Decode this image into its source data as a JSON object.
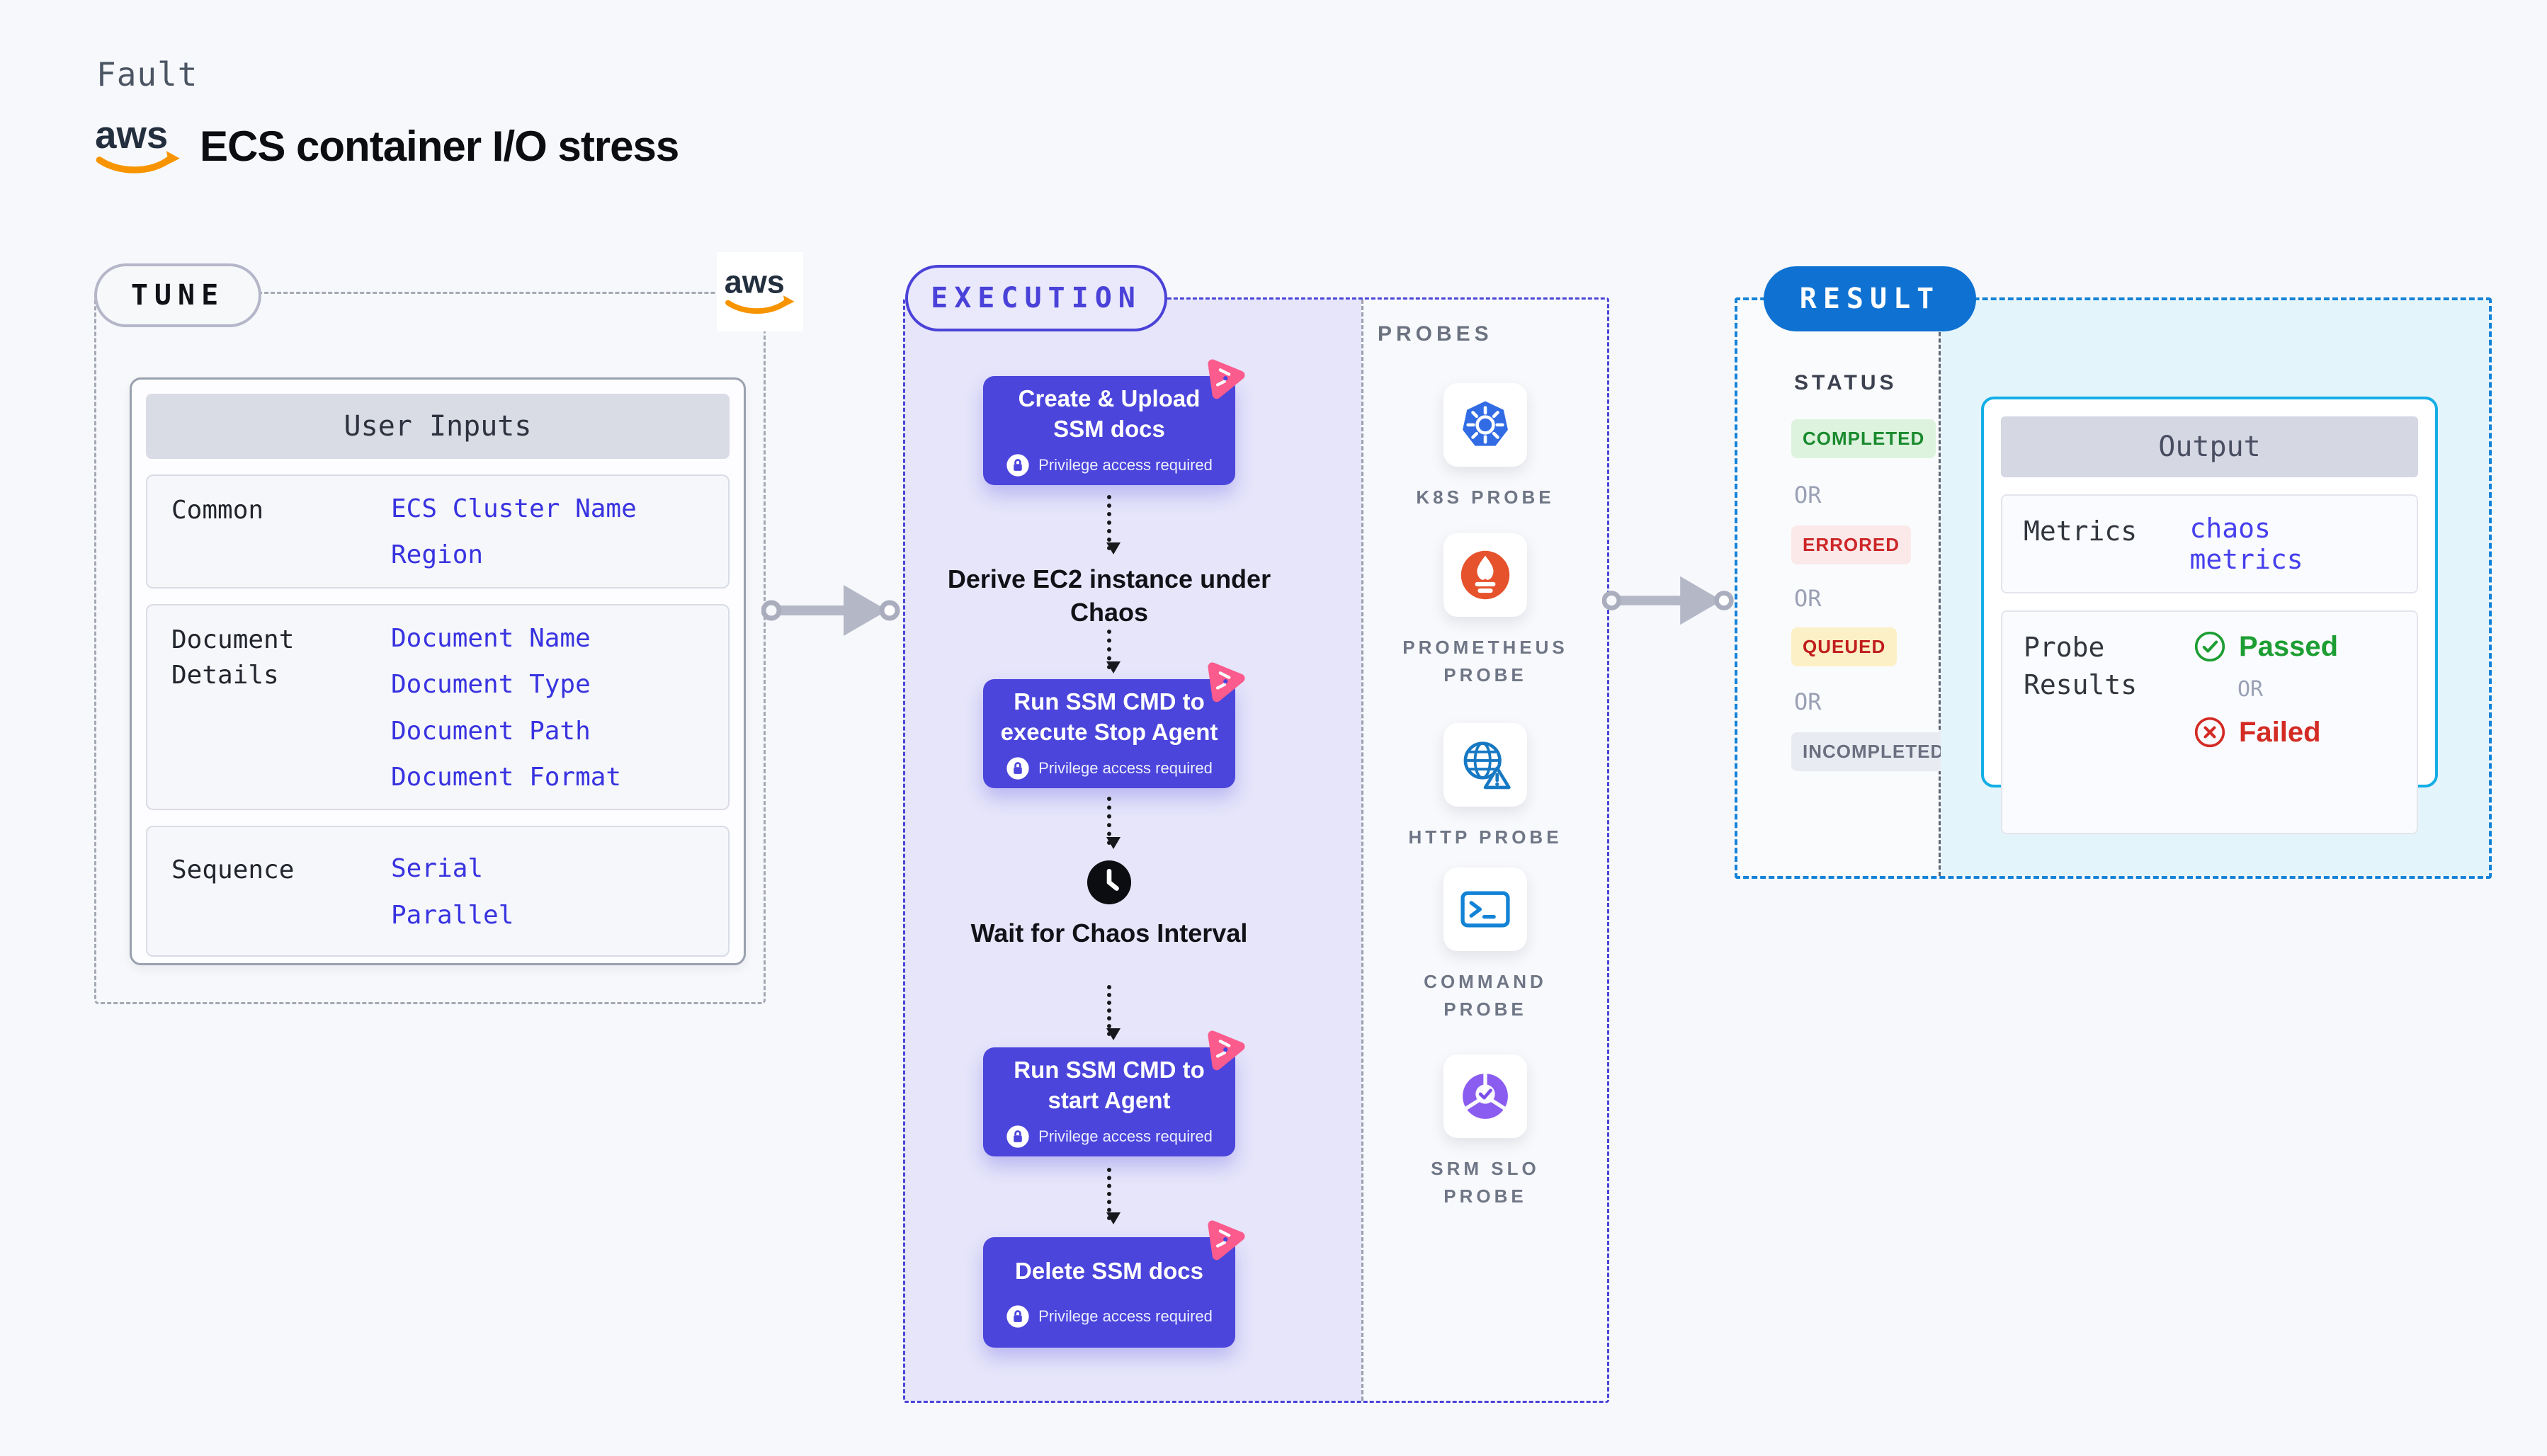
{
  "header": {
    "kind": "Fault",
    "title": "ECS container I/O stress",
    "aws_logo": "aws"
  },
  "tune": {
    "pill": "TUNE",
    "table": {
      "header": "User Inputs",
      "rows": [
        {
          "label": "Common",
          "values": [
            "ECS Cluster Name",
            "Region"
          ]
        },
        {
          "label": "Document Details",
          "values": [
            "Document Name",
            "Document Type",
            "Document Path",
            "Document Format"
          ]
        },
        {
          "label": "Sequence",
          "values": [
            "Serial",
            "Parallel"
          ]
        }
      ]
    }
  },
  "execution": {
    "pill": "EXECUTION",
    "privilege_note": "Privilege access required",
    "steps": [
      {
        "type": "box",
        "title": "Create & Upload SSM docs"
      },
      {
        "type": "text",
        "title": "Derive EC2 instance under Chaos"
      },
      {
        "type": "box",
        "title": "Run SSM CMD to execute Stop Agent"
      },
      {
        "type": "wait",
        "title": "Wait for Chaos Interval"
      },
      {
        "type": "box",
        "title": "Run SSM CMD to start Agent"
      },
      {
        "type": "box",
        "title": "Delete SSM docs"
      }
    ]
  },
  "probes": {
    "heading": "PROBES",
    "items": [
      {
        "label": "K8S PROBE",
        "icon": "kubernetes-icon"
      },
      {
        "label": "PROMETHEUS PROBE",
        "icon": "prometheus-icon"
      },
      {
        "label": "HTTP PROBE",
        "icon": "http-globe-icon"
      },
      {
        "label": "COMMAND PROBE",
        "icon": "terminal-icon"
      },
      {
        "label": "SRM SLO PROBE",
        "icon": "slo-donut-icon"
      }
    ]
  },
  "result": {
    "pill": "RESULT",
    "status_heading": "STATUS",
    "or": "OR",
    "statuses": [
      {
        "label": "COMPLETED",
        "fg": "#1a8a2e",
        "bg": "#ddf3de"
      },
      {
        "label": "ERRORED",
        "fg": "#cc2628",
        "bg": "#fbe9e9"
      },
      {
        "label": "QUEUED",
        "fg": "#c01d1d",
        "bg": "#fcf0c6"
      },
      {
        "label": "INCOMPLETED",
        "fg": "#6a7080",
        "bg": "#e9ebf2"
      }
    ],
    "output": {
      "header": "Output",
      "metrics_label": "Metrics",
      "metrics_value": "chaos metrics",
      "probe_results_label": "Probe Results",
      "passed": "Passed",
      "or": "OR",
      "failed": "Failed"
    }
  },
  "colors": {
    "step_indigo": "#4b45dc",
    "execution_accent": "#4a42d8",
    "result_blue": "#0f72d2",
    "output_cyan": "#14aee6",
    "chaos_pink": "#fb5b8d",
    "value_blue": "#3833e0",
    "passed_green": "#1d9e33",
    "failed_red": "#d32b24",
    "aws_orange": "#f79400"
  }
}
